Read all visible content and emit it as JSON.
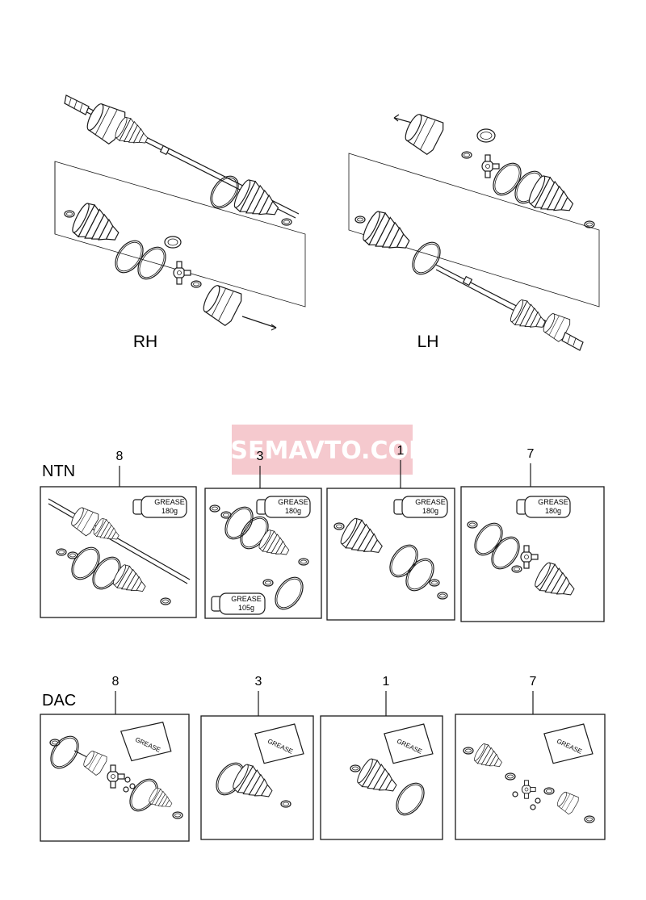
{
  "views": {
    "rh_label": "RH",
    "lh_label": "LH"
  },
  "watermark": {
    "text": "VSEMAVTO.COM",
    "color": "#f2b7bd"
  },
  "groups": {
    "ntn": {
      "label": "NTN",
      "kits": [
        {
          "number": "8",
          "grease": [
            "GREASE",
            "180g"
          ]
        },
        {
          "number": "3",
          "grease": [
            "GREASE",
            "180g"
          ],
          "grease2": [
            "GREASE",
            "105g"
          ]
        },
        {
          "number": "1",
          "grease": [
            "GREASE",
            "180g"
          ]
        },
        {
          "number": "7",
          "grease": [
            "GREASE",
            "180g"
          ]
        }
      ]
    },
    "dac": {
      "label": "DAC",
      "kits": [
        {
          "number": "8",
          "grease_pack": "GREASE"
        },
        {
          "number": "3",
          "grease_pack": "GREASE"
        },
        {
          "number": "1",
          "grease_pack": "GREASE"
        },
        {
          "number": "7",
          "grease_pack": "GREASE"
        }
      ]
    }
  }
}
